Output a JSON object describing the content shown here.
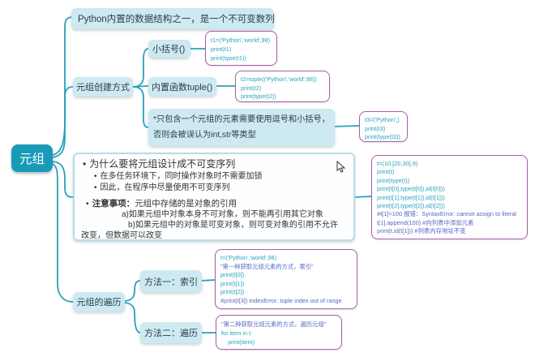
{
  "bullet": "•",
  "colors": {
    "accent_line": "#2aa0bb",
    "root_fill": "#199bb8",
    "node_fill": "#cde9f2",
    "code_border": "#a55fa5",
    "code_text": "#29a3be",
    "comment_text": "#5568c4",
    "panel_border": "#b7dcea"
  },
  "root": {
    "label": "元组"
  },
  "definition": {
    "label": "Python内置的数据结构之一，是一个不可变数列"
  },
  "creation": {
    "label": "元组创建方式",
    "children": [
      {
        "label": "小括号()",
        "code": [
          {
            "t": "t1=('Python','world',98)",
            "c": "code"
          },
          {
            "t": "print(t1)",
            "c": "code"
          },
          {
            "t": "print(type(t1))",
            "c": "code"
          }
        ]
      },
      {
        "label": "内置函数tuple()",
        "code": [
          {
            "t": "t2=tuple(('Python','world',98))",
            "c": "code"
          },
          {
            "t": "print(t2)",
            "c": "code"
          },
          {
            "t": "print(type(t2))",
            "c": "code"
          }
        ]
      },
      {
        "label": "*只包含一个元组的元素需要使用逗号和小括号，否则会被误认为int,str等类型",
        "code": [
          {
            "t": "t3=('Python',)",
            "c": "code"
          },
          {
            "t": "print(t3)",
            "c": "code"
          },
          {
            "t": "print(type(t3))",
            "c": "code"
          }
        ]
      }
    ]
  },
  "why": {
    "title": "为什么要将元组设计成不可变序列",
    "points": [
      "在多任务环境下，同时操作对象时不需要加锁",
      "因此，在程序中尽量使用不可变序列"
    ],
    "note_label": "注意事项：",
    "note_text": "元组中存储的是对象的引用",
    "note_lines": [
      "a)如果元组中对象本身不可对象，则不能再引用其它对象",
      "b)如果元组中的对象是可变对象，则可变对象的引用不允许",
      "改变，但数据可以改变"
    ],
    "code": [
      {
        "t": "t=(10,[20,30],9)",
        "c": "code"
      },
      {
        "t": "print(t)",
        "c": "code"
      },
      {
        "t": "print(type(t))",
        "c": "code"
      },
      {
        "t": "print(t[0],type(t[0]),id(t[0]))",
        "c": "code"
      },
      {
        "t": "print(t[1],type(t[1]),id(t[1]))",
        "c": "code"
      },
      {
        "t": "print(t[2],type(t[2]),id(t[2]))",
        "c": "code"
      },
      {
        "t": "#t[1]=100 报错：SyntaxError: cannot assign to literal",
        "c": "comment"
      },
      {
        "t": "t[1].append(100) #向列表中添加元素",
        "c": "comment"
      },
      {
        "t": "print(t,id(t[1])) #列表内存地址不变",
        "c": "comment"
      }
    ]
  },
  "traversal": {
    "label": "元组的遍历",
    "children": [
      {
        "label": "方法一：索引",
        "code": [
          {
            "t": "t=('Python','world',98)",
            "c": "code"
          },
          {
            "t": "\"第一种获取元组元素的方式，索引\"",
            "c": "comment"
          },
          {
            "t": "print(t[0])",
            "c": "code"
          },
          {
            "t": "print(t[1])",
            "c": "code"
          },
          {
            "t": "print(t[2])",
            "c": "code"
          },
          {
            "t": "#print(t[3]) IndexError: tuple index out of range",
            "c": "comment"
          }
        ]
      },
      {
        "label": "方法二：遍历",
        "code": [
          {
            "t": "\"第二种获取元组元素的方式，遍历元组\"",
            "c": "comment"
          },
          {
            "t": "for item in t:",
            "c": "code"
          },
          {
            "t": "    print(item)",
            "c": "code"
          }
        ]
      }
    ]
  }
}
